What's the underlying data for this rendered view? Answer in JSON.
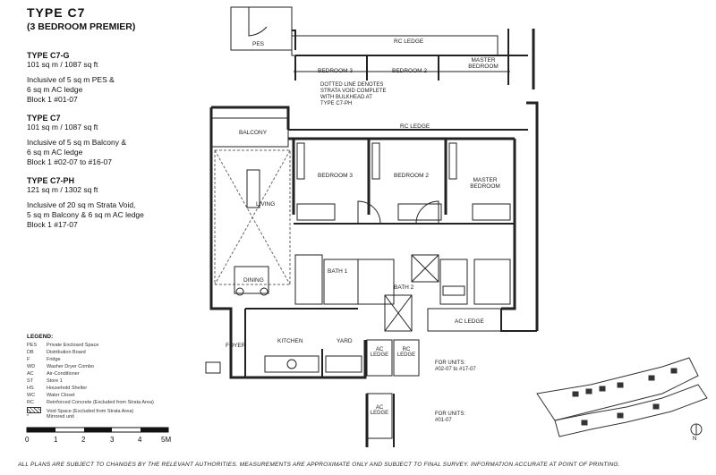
{
  "header": {
    "title": "TYPE  C7",
    "subtitle": "(3 BEDROOM PREMIER)"
  },
  "unit_types": [
    {
      "heading": "TYPE C7-G",
      "area": "101 sq m / 1087 sq ft",
      "incl1": "Inclusive of 5 sq m PES &",
      "incl2": "6 sq m AC ledge",
      "block": "Block 1 #01-07"
    },
    {
      "heading": "TYPE C7",
      "area": "101 sq m / 1087 sq ft",
      "incl1": "Inclusive of 5 sq m Balcony &",
      "incl2": "6 sq m AC ledge",
      "block": "Block 1 #02-07 to #16-07"
    },
    {
      "heading": "TYPE C7-PH",
      "area": "121 sq m / 1302 sq ft",
      "incl1": "Inclusive of 20 sq m Strata Void,",
      "incl2": "5 sq m Balcony & 6 sq m AC ledge",
      "block": "Block 1 #17-07"
    }
  ],
  "legend": {
    "title": "LEGEND:",
    "items": [
      {
        "code": "PES",
        "desc": "Private Enclosed Space"
      },
      {
        "code": "DB",
        "desc": "Distribution Board"
      },
      {
        "code": "F",
        "desc": "Fridge"
      },
      {
        "code": "WD",
        "desc": "Washer Dryer Combo"
      },
      {
        "code": "AC",
        "desc": "Air-Conditioner"
      },
      {
        "code": "ST",
        "desc": "Store 1"
      },
      {
        "code": "HS",
        "desc": "Household Shelter"
      },
      {
        "code": "WC",
        "desc": "Water Closet"
      },
      {
        "code": "RC",
        "desc": "Reinforced Concrete (Excluded from Strata Area)"
      },
      {
        "code": "",
        "desc": "Void Space (Excluded from Strata Area)"
      },
      {
        "code": "*",
        "desc": "Mirrored unit"
      }
    ]
  },
  "scale": {
    "ticks": [
      "0",
      "1",
      "2",
      "3",
      "4",
      "5M"
    ]
  },
  "rooms": {
    "pes": "PES",
    "rc_ledge_top": "RC LEDGE",
    "bedroom3_top": "BEDROOM 3",
    "bedroom2_top": "BEDROOM 2",
    "master_top": "MASTER BEDROOM",
    "balcony": "BALCONY",
    "rc_ledge_mid": "RC LEDGE",
    "bedroom3": "BEDROOM 3",
    "bedroom2": "BEDROOM 2",
    "master": "MASTER BEDROOM",
    "living": "LIVING",
    "dining": "DINING",
    "bath1": "BATH 1",
    "bath2": "BATH 2",
    "foyer": "FOYER",
    "kitchen": "KITCHEN",
    "yard": "YARD",
    "ac_ledge_right": "AC LEDGE",
    "ac_ledge_1": "AC LEDGE",
    "rc_ledge_2": "RC LEDGE",
    "ac_ledge_low": "AC LEDGE"
  },
  "notes": {
    "dotted": [
      "DOTTED LINE DENOTES",
      "STRATA VOID COMPLETE",
      "WITH BULKHEAD AT",
      "TYPE C7-PH"
    ],
    "units_upper": [
      "FOR UNITS:",
      "#02-07 to #17-07"
    ],
    "units_lower": [
      "FOR UNITS:",
      "#01-07"
    ]
  },
  "disclaimer": "ALL PLANS ARE SUBJECT TO CHANGES BY THE RELEVANT AUTHORITIES. MEASUREMENTS ARE APPROXIMATE ONLY AND SUBJECT TO FINAL SURVEY. INFORMATION ACCURATE AT POINT OF PRINTING.",
  "key_plan": {
    "compass": "N"
  }
}
